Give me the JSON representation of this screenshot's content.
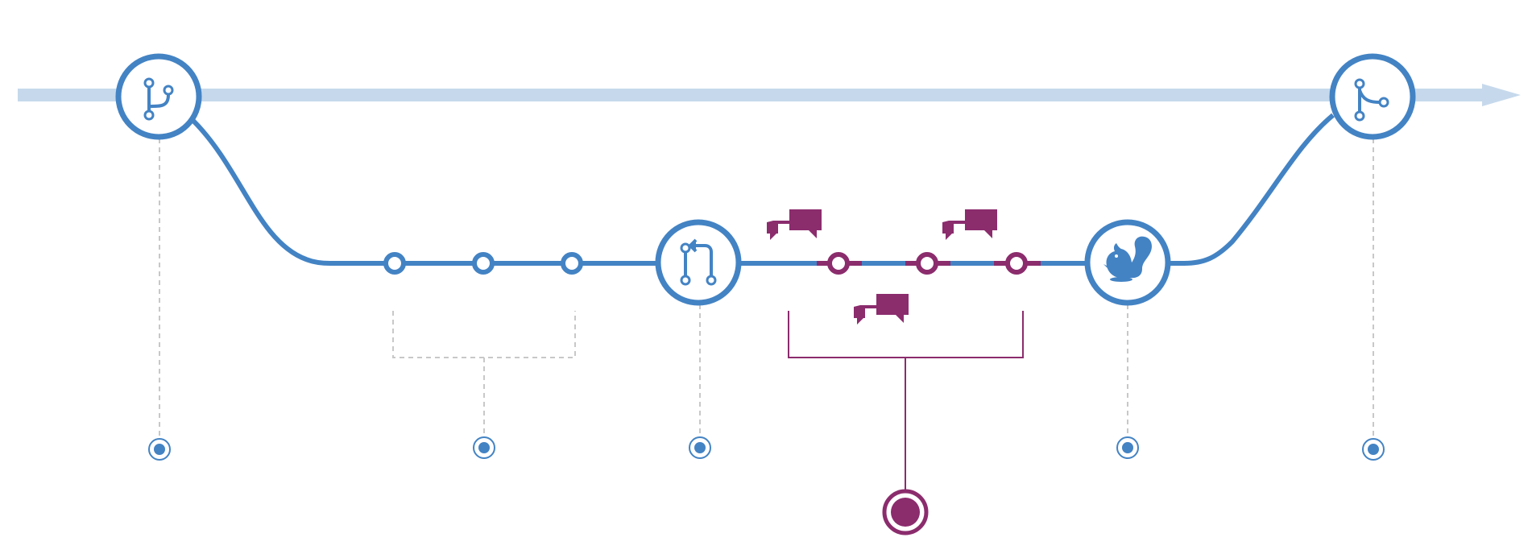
{
  "diagram": {
    "colors": {
      "timeline": "#c6d9ec",
      "branch": "#4383c4",
      "review": "#8b2c6d",
      "guide": "#c8c8c8",
      "background": "#ffffff"
    },
    "steps": [
      {
        "name": "create-branch",
        "icon": "git-branch-icon"
      },
      {
        "name": "add-commits",
        "icon": "commit-dots-icon"
      },
      {
        "name": "open-pull-request",
        "icon": "git-pull-request-icon"
      },
      {
        "name": "discuss-and-review",
        "icon": "comment-discussion-icon"
      },
      {
        "name": "deploy",
        "icon": "squirrel-icon"
      },
      {
        "name": "merge",
        "icon": "git-merge-icon"
      }
    ],
    "commits_before_pr": 3,
    "commits_during_review": 3
  }
}
